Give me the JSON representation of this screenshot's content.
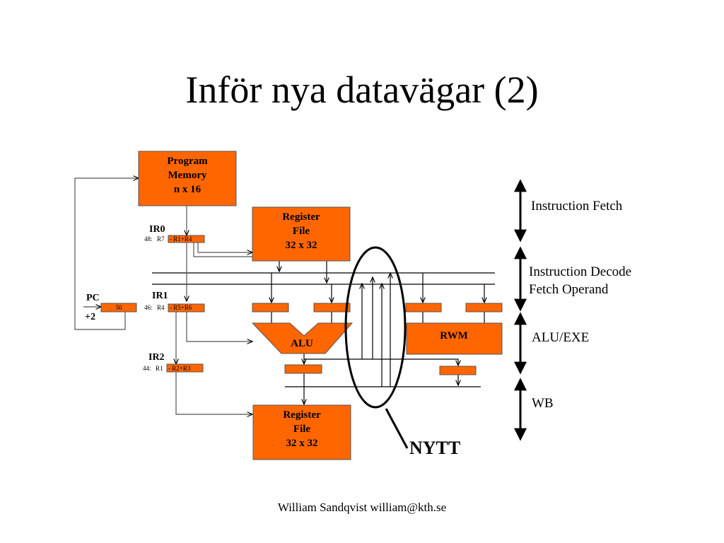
{
  "slide": {
    "title": "Inför nya datavägar (2)",
    "footer": "William Sandqvist  william@kth.se"
  },
  "diagram": {
    "colors": {
      "block_fill": "#ff6600",
      "line": "#000000",
      "outline": "#000000"
    },
    "program_memory": [
      "Program",
      "Memory",
      "n x 16"
    ],
    "register_file_top": [
      "Register",
      "File",
      "32 x 32"
    ],
    "register_file_bottom": [
      "Register",
      "File",
      "32 x 32"
    ],
    "alu": "ALU",
    "rwm": "RWM",
    "pc": {
      "label": "PC",
      "value": "50",
      "increment": "+2"
    },
    "ir0": {
      "label": "IR0",
      "address": "48:",
      "dest": "R7",
      "op": "- R1+R4"
    },
    "ir1": {
      "label": "IR1",
      "address": "46:",
      "dest": "R4",
      "op": "- R5+R6"
    },
    "ir2": {
      "label": "IR2",
      "address": "44:",
      "dest": "R1",
      "op": "- R2+R3"
    },
    "new_label": "NYTT",
    "stages": {
      "fetch": "Instruction Fetch",
      "decode_line1": "Instruction Decode",
      "decode_line2": "Fetch Operand",
      "exe": "ALU/EXE",
      "wb": "WB"
    }
  }
}
